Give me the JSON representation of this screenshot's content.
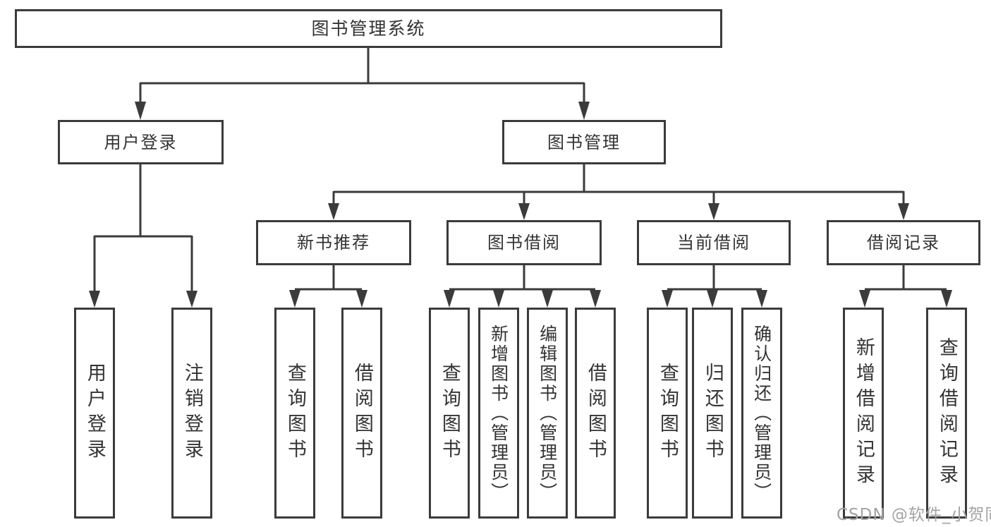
{
  "title": "图书管理系统",
  "level2": {
    "user_login": "用户登录",
    "book_management": "图书管理"
  },
  "level3": {
    "new_book_recommendation": "新书推荐",
    "book_borrowing": "图书借阅",
    "current_borrowing": "当前借阅",
    "borrowing_records": "借阅记录"
  },
  "leaves": {
    "user_login": "用户登录",
    "logout": "注销登录",
    "recommend_query_books": "查询图书",
    "recommend_borrow_books": "借阅图书",
    "borrow_query_books": "查询图书",
    "add_books_admin": "新增图书（管理员）",
    "edit_books_admin": "编辑图书（管理员）",
    "borrow_books": "借阅图书",
    "current_query_books": "查询图书",
    "return_books": "归还图书",
    "confirm_return_admin": "确认归还（管理员）",
    "add_borrow_record": "新增借阅记录",
    "query_borrow_record": "查询借阅记录"
  },
  "watermark": "CSDN @软件_小贺同学",
  "colors": {
    "line": "#3b3b3b",
    "text": "#333333",
    "watermark": "#a3a3a3",
    "background": "#ffffff"
  }
}
